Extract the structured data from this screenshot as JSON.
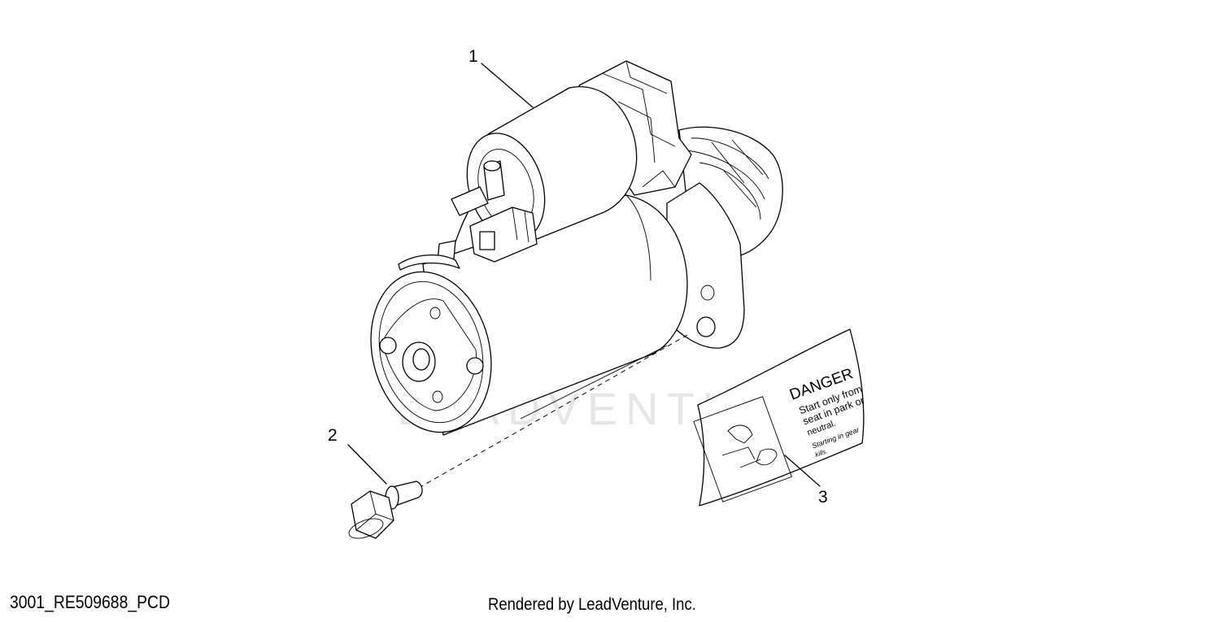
{
  "drawing_code": "3001_RE509688_PCD",
  "credit": "Rendered by LeadVenture, Inc.",
  "watermark": {
    "text": "LEADVENTURE",
    "color": "#e4e4e4"
  },
  "callouts": [
    {
      "number": "1",
      "part": "starter-motor"
    },
    {
      "number": "2",
      "part": "flange-bolt"
    },
    {
      "number": "3",
      "part": "danger-label"
    }
  ],
  "danger_label": {
    "heading": "DANGER",
    "line1": "Start only from",
    "line2": "seat in park or",
    "line3": "neutral.",
    "line4": "Starting in gear",
    "line5": "kills."
  },
  "colors": {
    "line": "#000000",
    "background": "#ffffff"
  }
}
